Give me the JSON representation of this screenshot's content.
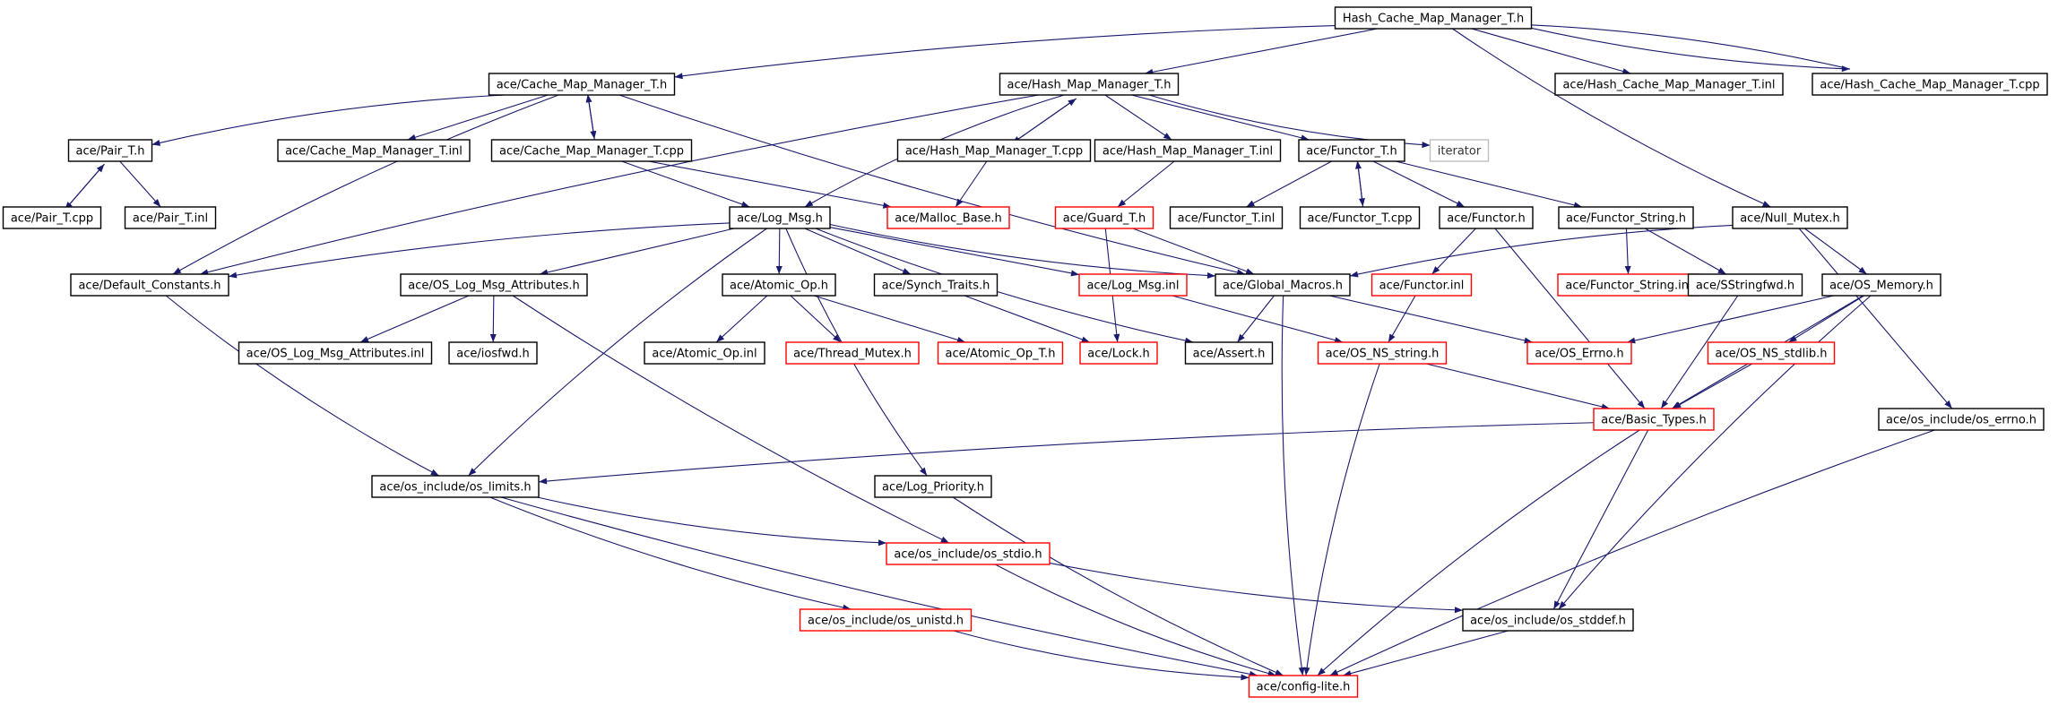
{
  "graph": {
    "colors": {
      "edge": "#1a1a6e",
      "root_fill": "#bfbfbf",
      "normal_border": "#000000",
      "external_border": "#ff0000",
      "missing_border": "#bfbfbf"
    },
    "nodes": [
      {
        "id": "root",
        "label": "Hash_Cache_Map_Manager_T.h",
        "style": "root"
      },
      {
        "id": "cmm_h",
        "label": "ace/Cache_Map_Manager_T.h",
        "style": "normal"
      },
      {
        "id": "hmm_h",
        "label": "ace/Hash_Map_Manager_T.h",
        "style": "normal"
      },
      {
        "id": "hcmm_inl",
        "label": "ace/Hash_Cache_Map_Manager_T.inl",
        "style": "normal"
      },
      {
        "id": "hcmm_cpp",
        "label": "ace/Hash_Cache_Map_Manager_T.cpp",
        "style": "normal"
      },
      {
        "id": "pair_h",
        "label": "ace/Pair_T.h",
        "style": "normal"
      },
      {
        "id": "cmm_inl",
        "label": "ace/Cache_Map_Manager_T.inl",
        "style": "normal"
      },
      {
        "id": "cmm_cpp",
        "label": "ace/Cache_Map_Manager_T.cpp",
        "style": "normal"
      },
      {
        "id": "hmm_cpp",
        "label": "ace/Hash_Map_Manager_T.cpp",
        "style": "normal"
      },
      {
        "id": "hmm_inl",
        "label": "ace/Hash_Map_Manager_T.inl",
        "style": "normal"
      },
      {
        "id": "functor_t_h",
        "label": "ace/Functor_T.h",
        "style": "normal"
      },
      {
        "id": "iterator",
        "label": "iterator",
        "style": "missing"
      },
      {
        "id": "null_mutex",
        "label": "ace/Null_Mutex.h",
        "style": "normal"
      },
      {
        "id": "pair_cpp",
        "label": "ace/Pair_T.cpp",
        "style": "normal"
      },
      {
        "id": "pair_inl",
        "label": "ace/Pair_T.inl",
        "style": "normal"
      },
      {
        "id": "log_msg_h",
        "label": "ace/Log_Msg.h",
        "style": "normal"
      },
      {
        "id": "malloc_base",
        "label": "ace/Malloc_Base.h",
        "style": "external"
      },
      {
        "id": "guard",
        "label": "ace/Guard_T.h",
        "style": "external"
      },
      {
        "id": "functor_t_inl",
        "label": "ace/Functor_T.inl",
        "style": "normal"
      },
      {
        "id": "functor_t_cpp",
        "label": "ace/Functor_T.cpp",
        "style": "normal"
      },
      {
        "id": "functor_h",
        "label": "ace/Functor.h",
        "style": "normal"
      },
      {
        "id": "functor_string_h",
        "label": "ace/Functor_String.h",
        "style": "normal"
      },
      {
        "id": "default_const",
        "label": "ace/Default_Constants.h",
        "style": "normal"
      },
      {
        "id": "os_log_attr",
        "label": "ace/OS_Log_Msg_Attributes.h",
        "style": "normal"
      },
      {
        "id": "atomic_op_h",
        "label": "ace/Atomic_Op.h",
        "style": "normal"
      },
      {
        "id": "synch_traits",
        "label": "ace/Synch_Traits.h",
        "style": "normal"
      },
      {
        "id": "log_msg_inl",
        "label": "ace/Log_Msg.inl",
        "style": "external"
      },
      {
        "id": "global_macros",
        "label": "ace/Global_Macros.h",
        "style": "normal"
      },
      {
        "id": "functor_inl",
        "label": "ace/Functor.inl",
        "style": "external"
      },
      {
        "id": "functor_string_inl",
        "label": "ace/Functor_String.inl",
        "style": "external"
      },
      {
        "id": "sstringfwd",
        "label": "ace/SStringfwd.h",
        "style": "normal"
      },
      {
        "id": "os_memory",
        "label": "ace/OS_Memory.h",
        "style": "normal"
      },
      {
        "id": "os_log_attr_inl",
        "label": "ace/OS_Log_Msg_Attributes.inl",
        "style": "normal"
      },
      {
        "id": "iosfwd",
        "label": "ace/iosfwd.h",
        "style": "normal"
      },
      {
        "id": "atomic_op_inl",
        "label": "ace/Atomic_Op.inl",
        "style": "normal"
      },
      {
        "id": "thread_mutex",
        "label": "ace/Thread_Mutex.h",
        "style": "external"
      },
      {
        "id": "atomic_op_t",
        "label": "ace/Atomic_Op_T.h",
        "style": "external"
      },
      {
        "id": "lock_h",
        "label": "ace/Lock.h",
        "style": "external"
      },
      {
        "id": "assert_h",
        "label": "ace/Assert.h",
        "style": "normal"
      },
      {
        "id": "os_ns_string",
        "label": "ace/OS_NS_string.h",
        "style": "external"
      },
      {
        "id": "os_errno",
        "label": "ace/OS_Errno.h",
        "style": "external"
      },
      {
        "id": "os_ns_stdlib",
        "label": "ace/OS_NS_stdlib.h",
        "style": "external"
      },
      {
        "id": "basic_types",
        "label": "ace/Basic_Types.h",
        "style": "external"
      },
      {
        "id": "os_include_errno",
        "label": "ace/os_include/os_errno.h",
        "style": "normal"
      },
      {
        "id": "os_limits",
        "label": "ace/os_include/os_limits.h",
        "style": "normal"
      },
      {
        "id": "log_priority",
        "label": "ace/Log_Priority.h",
        "style": "normal"
      },
      {
        "id": "os_stdio",
        "label": "ace/os_include/os_stdio.h",
        "style": "external"
      },
      {
        "id": "os_unistd",
        "label": "ace/os_include/os_unistd.h",
        "style": "external"
      },
      {
        "id": "os_stddef",
        "label": "ace/os_include/os_stddef.h",
        "style": "normal"
      },
      {
        "id": "config_lite",
        "label": "ace/config-lite.h",
        "style": "external"
      }
    ],
    "edges": [
      [
        "root",
        "cmm_h"
      ],
      [
        "root",
        "hmm_h"
      ],
      [
        "root",
        "hcmm_inl"
      ],
      [
        "root",
        "hcmm_cpp"
      ],
      [
        "hcmm_cpp",
        "root"
      ],
      [
        "root",
        "null_mutex"
      ],
      [
        "cmm_h",
        "pair_h"
      ],
      [
        "cmm_h",
        "cmm_inl"
      ],
      [
        "cmm_h",
        "cmm_cpp"
      ],
      [
        "cmm_cpp",
        "cmm_h"
      ],
      [
        "cmm_h",
        "default_const"
      ],
      [
        "cmm_h",
        "global_macros"
      ],
      [
        "pair_h",
        "pair_cpp"
      ],
      [
        "pair_cpp",
        "pair_h"
      ],
      [
        "pair_h",
        "pair_inl"
      ],
      [
        "cmm_cpp",
        "log_msg_h"
      ],
      [
        "cmm_cpp",
        "malloc_base"
      ],
      [
        "hmm_h",
        "hmm_cpp"
      ],
      [
        "hmm_cpp",
        "hmm_h"
      ],
      [
        "hmm_h",
        "hmm_inl"
      ],
      [
        "hmm_h",
        "functor_t_h"
      ],
      [
        "hmm_h",
        "iterator"
      ],
      [
        "hmm_h",
        "log_msg_h"
      ],
      [
        "hmm_h",
        "default_const"
      ],
      [
        "hmm_cpp",
        "malloc_base"
      ],
      [
        "hmm_inl",
        "guard"
      ],
      [
        "functor_t_h",
        "functor_t_inl"
      ],
      [
        "functor_t_h",
        "functor_t_cpp"
      ],
      [
        "functor_t_cpp",
        "functor_t_h"
      ],
      [
        "functor_t_h",
        "functor_h"
      ],
      [
        "functor_t_h",
        "functor_string_h"
      ],
      [
        "guard",
        "lock_h"
      ],
      [
        "guard",
        "global_macros"
      ],
      [
        "functor_h",
        "functor_inl"
      ],
      [
        "functor_h",
        "basic_types"
      ],
      [
        "functor_string_h",
        "functor_string_inl"
      ],
      [
        "functor_string_h",
        "sstringfwd"
      ],
      [
        "null_mutex",
        "global_macros"
      ],
      [
        "null_mutex",
        "os_memory"
      ],
      [
        "null_mutex",
        "os_include_errno"
      ],
      [
        "log_msg_h",
        "default_const"
      ],
      [
        "log_msg_h",
        "os_log_attr"
      ],
      [
        "log_msg_h",
        "atomic_op_h"
      ],
      [
        "log_msg_h",
        "synch_traits"
      ],
      [
        "log_msg_h",
        "log_msg_inl"
      ],
      [
        "log_msg_h",
        "global_macros"
      ],
      [
        "log_msg_h",
        "assert_h"
      ],
      [
        "log_msg_h",
        "os_limits"
      ],
      [
        "log_msg_h",
        "log_priority"
      ],
      [
        "default_const",
        "os_limits"
      ],
      [
        "os_log_attr",
        "os_log_attr_inl"
      ],
      [
        "os_log_attr",
        "iosfwd"
      ],
      [
        "os_log_attr",
        "os_stdio"
      ],
      [
        "atomic_op_h",
        "atomic_op_inl"
      ],
      [
        "atomic_op_h",
        "thread_mutex"
      ],
      [
        "atomic_op_h",
        "atomic_op_t"
      ],
      [
        "synch_traits",
        "lock_h"
      ],
      [
        "log_msg_inl",
        "os_ns_string"
      ],
      [
        "global_macros",
        "assert_h"
      ],
      [
        "global_macros",
        "os_errno"
      ],
      [
        "global_macros",
        "config_lite"
      ],
      [
        "functor_inl",
        "os_ns_string"
      ],
      [
        "sstringfwd",
        "basic_types"
      ],
      [
        "os_memory",
        "os_errno"
      ],
      [
        "os_memory",
        "os_ns_stdlib"
      ],
      [
        "os_memory",
        "basic_types"
      ],
      [
        "os_memory",
        "os_stddef"
      ],
      [
        "os_ns_stdlib",
        "basic_types"
      ],
      [
        "os_ns_string",
        "basic_types"
      ],
      [
        "os_ns_string",
        "config_lite"
      ],
      [
        "basic_types",
        "os_limits"
      ],
      [
        "basic_types",
        "os_stddef"
      ],
      [
        "basic_types",
        "config_lite"
      ],
      [
        "os_include_errno",
        "config_lite"
      ],
      [
        "os_limits",
        "os_stdio"
      ],
      [
        "os_limits",
        "os_unistd"
      ],
      [
        "os_limits",
        "config_lite"
      ],
      [
        "log_priority",
        "config_lite"
      ],
      [
        "os_stdio",
        "os_stddef"
      ],
      [
        "os_stdio",
        "config_lite"
      ],
      [
        "os_unistd",
        "config_lite"
      ],
      [
        "os_stddef",
        "config_lite"
      ]
    ]
  }
}
